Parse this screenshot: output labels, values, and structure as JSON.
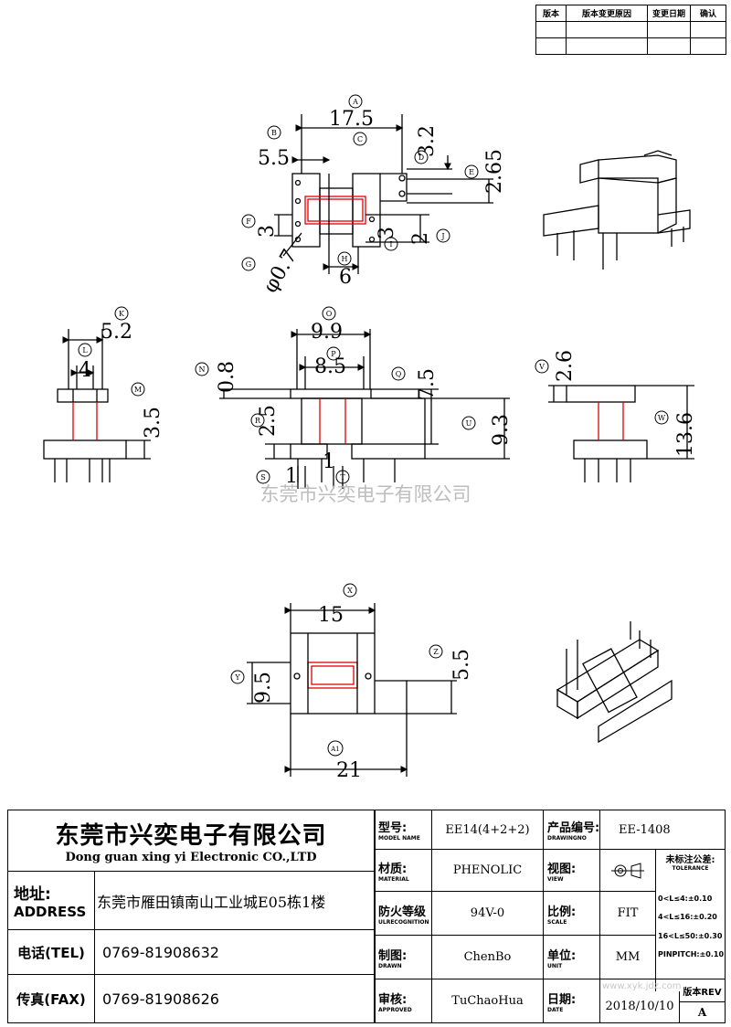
{
  "revision_table": {
    "headers": [
      "版本",
      "版本变更原因",
      "变更日期",
      "确认"
    ]
  },
  "watermark": "东莞市兴奕电子有限公司",
  "corner_watermark": "www.xyk.jdz.com",
  "dimensions": {
    "top_view": [
      "17.5",
      "5.5",
      "3.2",
      "2.65",
      "3",
      "3",
      "2",
      "0.7",
      "6"
    ],
    "top_view_letters": [
      "A",
      "B",
      "C",
      "D",
      "E",
      "F",
      "G",
      "H",
      "I",
      "J"
    ],
    "top_view_phi": "φ",
    "side_left": [
      "5.2",
      "4",
      "3.5"
    ],
    "side_left_letters": [
      "K",
      "L",
      "M"
    ],
    "front": [
      "0.8",
      "9.9",
      "8.5",
      "7.5",
      "2.5",
      "9.3",
      "1",
      "1"
    ],
    "front_letters": [
      "N",
      "O",
      "P",
      "Q",
      "R",
      "U",
      "S",
      "T"
    ],
    "side_right": [
      "2.6",
      "13.6"
    ],
    "side_right_letters": [
      "V",
      "W"
    ],
    "bottom_view": [
      "15",
      "9.5",
      "5.5",
      "21"
    ],
    "bottom_view_letters": [
      "X",
      "Y",
      "Z",
      "A1"
    ]
  },
  "title_block": {
    "company_cn": "东莞市兴奕电子有限公司",
    "company_en": "Dong guan xing yi Electronic CO.,LTD",
    "address_label": "地址:",
    "address_label_en": "ADDRESS",
    "address": "东莞市雁田镇南山工业城E05栋1楼",
    "tel_label": "电话(TEL)",
    "tel": "0769-81908632",
    "fax_label": "传真(FAX)",
    "fax": "0769-81908626",
    "model_label": "型号:",
    "model_label_en": "MODEL NAME",
    "model": "EE14(4+2+2)",
    "part_no_label": "产品编号:",
    "part_no_label_en": "DRAWINGNO",
    "part_no": "EE-1408",
    "material_label": "材质:",
    "material_label_en": "MATERIAL",
    "material": "PHENOLIC",
    "view_label": "视图:",
    "view_label_en": "VIEW",
    "tolerance_title": "未标注公差:",
    "tolerance_title_en": "TOLERANCE",
    "tolerances": [
      "0<L≤4:±0.10",
      "4<L≤16:±0.20",
      "16<L≤50:±0.30",
      "PINPITCH:±0.10"
    ],
    "flame_label": "防火等级",
    "flame_label_en": "ULRECOGNITION",
    "flame": "94V-0",
    "scale_label": "比例:",
    "scale_label_en": "SCALE",
    "scale": "FIT",
    "drawn_label": "制图:",
    "drawn_label_en": "DRAWN",
    "drawn": "ChenBo",
    "unit_label": "单位:",
    "unit_label_en": "UNIT",
    "unit": "MM",
    "approved_label": "审核:",
    "approved_label_en": "APPROVED",
    "approved": "TuChaoHua",
    "date_label": "日期:",
    "date_label_en": "DATE",
    "date": "2018/10/10",
    "rev_label": "版本REV",
    "rev": "A"
  }
}
